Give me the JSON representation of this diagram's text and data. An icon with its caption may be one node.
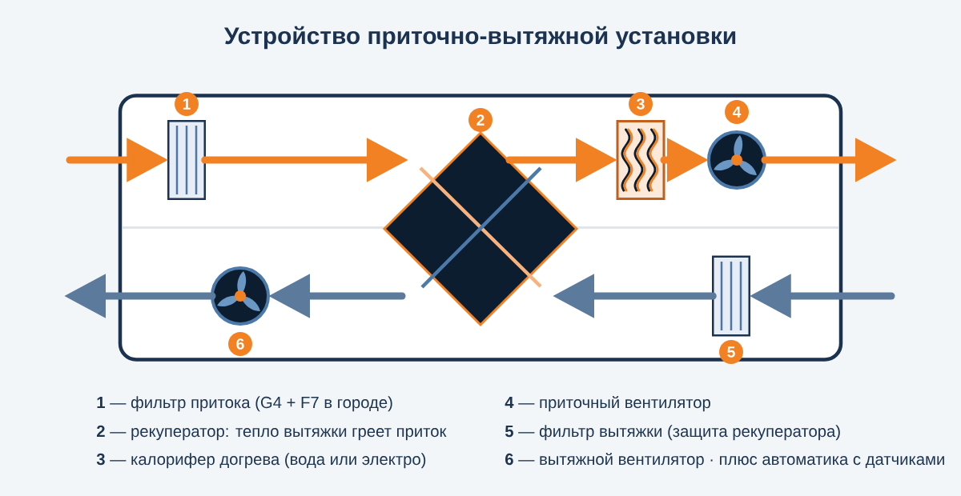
{
  "diagram": {
    "title": "Устройство приточно-вытяжной установки",
    "nodes": [
      {
        "text": [],
        "shape": "box"
      },
      {
        "text": [
          "1"
        ],
        "in": 0
      },
      {
        "text": [
          "2"
        ],
        "in": 0
      },
      {
        "text": [
          "3"
        ],
        "in": 0
      },
      {
        "text": [
          "4"
        ],
        "in": 0
      },
      {
        "text": [
          "5"
        ],
        "in": 0
      },
      {
        "text": [
          "6"
        ],
        "in": 0
      }
    ],
    "edges": [
      {
        "from": null,
        "to": 1,
        "arrow": "to"
      },
      {
        "from": 1,
        "to": 2,
        "arrow": "to"
      },
      {
        "from": 2,
        "to": 3,
        "arrow": "to"
      },
      {
        "from": 3,
        "to": 4,
        "arrow": "to"
      },
      {
        "from": 4,
        "to": null,
        "arrow": "to"
      },
      {
        "from": null,
        "to": 5,
        "arrow": "to",
        "color": "#5b7a9c"
      },
      {
        "from": 5,
        "to": 2,
        "arrow": "to",
        "color": "#5b7a9c"
      },
      {
        "from": 2,
        "to": 6,
        "arrow": "to",
        "color": "#5b7a9c"
      },
      {
        "from": 6,
        "to": null,
        "arrow": "to",
        "color": "#5b7a9c"
      }
    ],
    "labels": [
      "**1** — фильтр притока (G4 + F7 в городе)",
      "**2** — рекуператор: тепло вытяжки греет приток",
      "**3** — калорифер догрева (вода или электро)",
      "**4** — приточный вентилятор",
      "**5** — фильтр вытяжки (защита рекуператора)",
      "**6** — вытяжной вентилятор · плюс автоматика с датчиками"
    ]
  }
}
